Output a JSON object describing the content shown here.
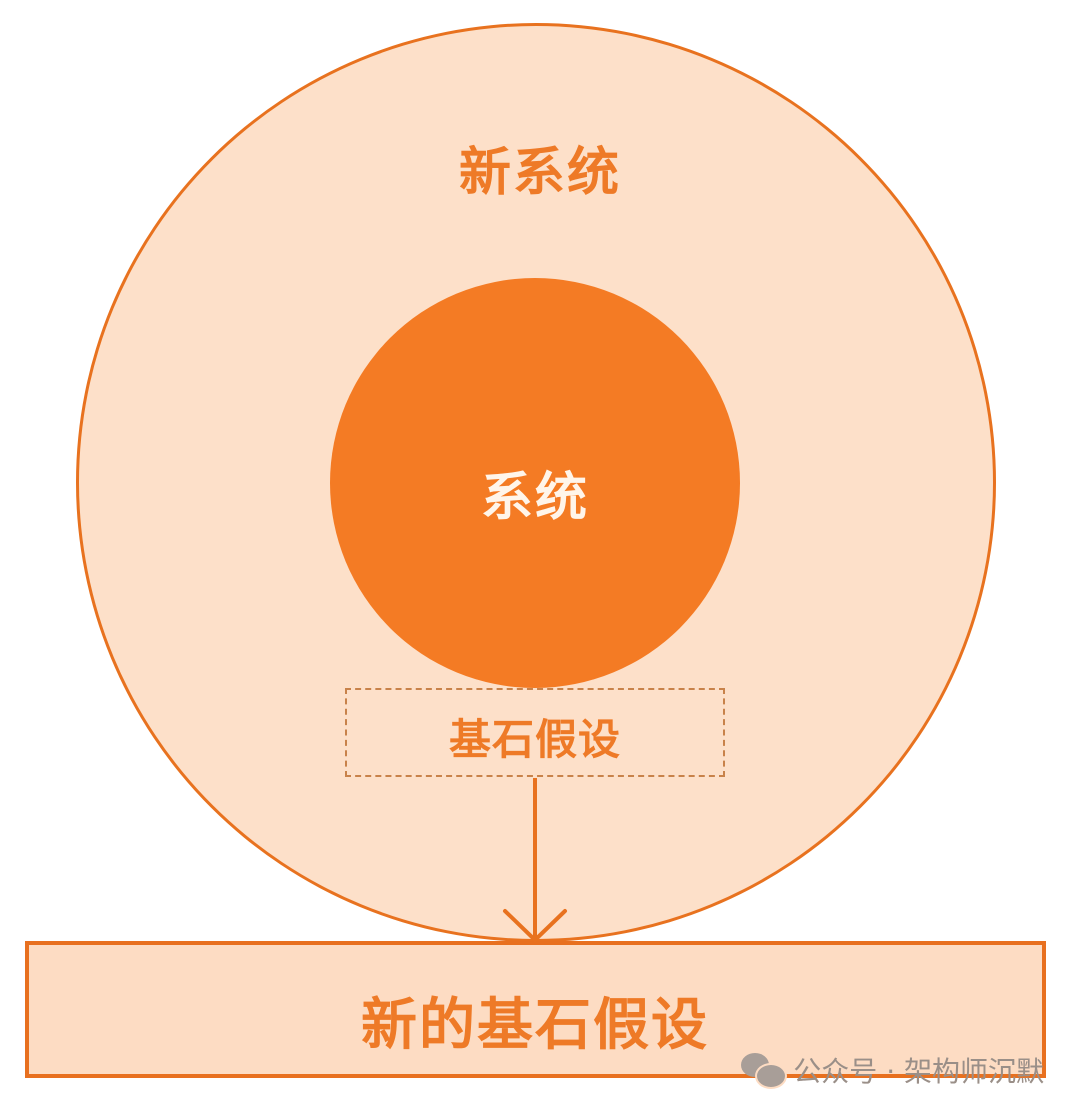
{
  "diagram": {
    "outer_circle": {
      "label": "新系统",
      "fill": "#fde0c9",
      "stroke": "#e8721f"
    },
    "inner_circle": {
      "label": "系统",
      "fill": "#f47b24",
      "text_color": "#fff5ea"
    },
    "dashed_box": {
      "label": "基石假设",
      "stroke": "#c8824a"
    },
    "arrow": {
      "from": "dashed_box",
      "to": "bottom_box",
      "color": "#e8721f"
    },
    "bottom_box": {
      "label": "新的基石假设",
      "fill": "#fddcc3",
      "stroke": "#e8701f"
    },
    "accent_text_color": "#ee7a27"
  },
  "watermark": {
    "icon": "wechat-icon",
    "text": "公众号 · 架构师沉默"
  }
}
